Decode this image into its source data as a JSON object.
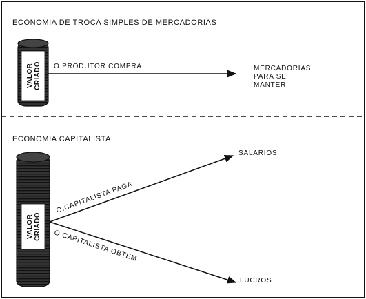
{
  "top_panel": {
    "title": "ECONOMIA DE TROCA SIMPLES DE MERCADORIAS",
    "coin_label_line1": "VALOR",
    "coin_label_line2": "CRIADO",
    "arrow_label": "O PRODUTOR COMPRA",
    "target_line1": "MERCADORIAS",
    "target_line2": "PARA SE",
    "target_line3": "MANTER"
  },
  "bottom_panel": {
    "title": "ECONOMIA CAPITALISTA",
    "coin_label_line1": "VALOR",
    "coin_label_line2": "CRIADO",
    "upper_arrow_label": "O.CAPITALISTA PAGA",
    "lower_arrow_label": "O CAPITALISTA OBTEM",
    "upper_target": "SALARIOS",
    "lower_target": "LUCROS"
  },
  "colors": {
    "ink": "#111111",
    "paper": "#ffffff",
    "coin": "#2a2a2a"
  }
}
